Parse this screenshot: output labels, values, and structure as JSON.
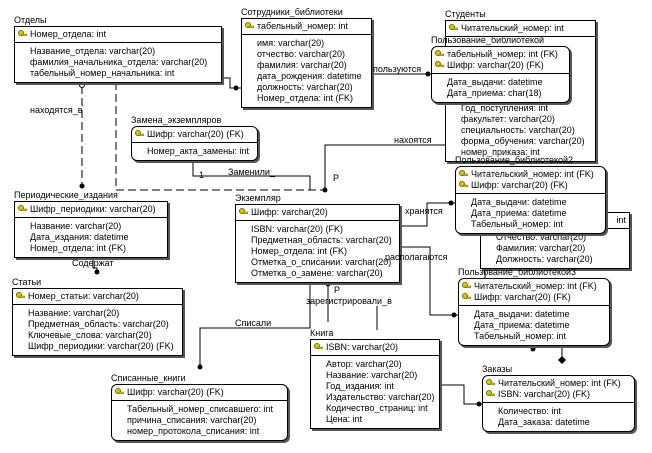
{
  "entities": {
    "otdely": {
      "title": "Отделы",
      "keys": [
        "Номер_отдела: int"
      ],
      "attrs": [
        "Название_отдела: varchar(20)",
        "фамилия_начальника_отдела: varchar(20)",
        "табельный_номер_начальника: int"
      ]
    },
    "sotrudniki": {
      "title": "Сотрудники_библиотеки",
      "keys": [
        "табельный_номер: int"
      ],
      "attrs": [
        "имя: varchar(20)",
        "отчество: varchar(20)",
        "фамилия: varchar(20)",
        "дата_рождения: datetime",
        "должность: varchar(20)",
        "Номер_отдела: int (FK)"
      ]
    },
    "studenty": {
      "title": "Студенты",
      "keys": [
        "Читательский_номер: int"
      ],
      "attrs": [
        "Год_поступления: int",
        "факультет: varchar(20)",
        "специальность: varchar(20)",
        "форма_обучения: varchar(20)",
        "номер_приказа: int"
      ]
    },
    "hidden": {
      "title": "",
      "keys": [
        "int"
      ],
      "attrs": [
        "Отчество: varchar(20)",
        "Фамилия: varchar(20)",
        "Должность: varchar(20)"
      ]
    },
    "polz1": {
      "title": "Пользование_библиотекой",
      "keys": [
        "табельный_номер: int (FK)",
        "Шифр: varchar(20) (FK)"
      ],
      "attrs": [
        "Дата_выдачи: datetime",
        "Дата_приема: char(18)"
      ]
    },
    "zamena": {
      "title": "Замена_экземпляров",
      "keys": [
        "Шифр: varchar(20) (FK)"
      ],
      "attrs": [
        "Номер_акта_замены: int"
      ]
    },
    "period": {
      "title": "Периодические_издания",
      "keys": [
        "Шифр_периодики: varchar(20)"
      ],
      "attrs": [
        "Название: varchar(20)",
        "Дата_издания: datetime",
        "Номер_отдела: int (FK)"
      ]
    },
    "ekz": {
      "title": "Экземпляр",
      "keys": [
        "Шифр: varchar(20)"
      ],
      "attrs": [
        "ISBN: varchar(20) (FK)",
        "Предметная_область: varchar(20)",
        "Номер_отдела: int (FK)",
        "Отметка_о_списании: varchar(20)",
        "Отметка_о_замене: varchar(20)"
      ]
    },
    "polz2": {
      "title": "Пользование_библиотекой2",
      "keys": [
        "Читательский_номер: int (FK)",
        "Шифр: varchar(20) (FK)"
      ],
      "attrs": [
        "Дата_выдачи: datetime",
        "Дата_приема: datetime",
        "Табельный_номер: int"
      ]
    },
    "polz3": {
      "title": "Пользование_библиотекой3",
      "keys": [
        "Читательский_номер: int (FK)",
        "Шифр: varchar(20) (FK)"
      ],
      "attrs": [
        "Дата_выдачи: datetime",
        "Дата_приема: datetime",
        "Табельный_номер: int"
      ]
    },
    "stati": {
      "title": "Статьи",
      "keys": [
        "Номер_статьи: varchar(20)"
      ],
      "attrs": [
        "Название: varchar(20)",
        "Предметная_область: varchar(20)",
        "Ключевые_слова: varchar(20)",
        "Шифр_периодики: varchar(20) (FK)"
      ]
    },
    "kniga": {
      "title": "Книга",
      "keys": [
        "ISBN: varchar(20)"
      ],
      "attrs": [
        "Автор: varchar(20)",
        "Название: varchar(20)",
        "Год_издания: int",
        "Издательство: varchar(20)",
        "Кодичество_страниц: int",
        "Цена: int"
      ]
    },
    "spisannye": {
      "title": "Списанные_книги",
      "keys": [
        "Шифр: varchar(20) (FK)"
      ],
      "attrs": [
        "Табельный_номер_списавшего: int",
        "причина_списания: varchar(20)",
        "номер_протокола_списания: int"
      ]
    },
    "zakazy": {
      "title": "Заказы",
      "keys": [
        "Читательский_номер: int (FK)",
        "ISBN: varchar(20) (FK)"
      ],
      "attrs": [
        "Количество: int",
        "Дата_заказа: datetime"
      ]
    }
  },
  "relationships": {
    "polzuyutsya": "пользуются",
    "nahodyatsya_v": "находятся_в",
    "nahoyatsya": "нахоятся",
    "zamenili": "Заменили_",
    "one": "1",
    "p1": "P",
    "hranyatsya": "хранятся",
    "raspolagayutsya": "располагаются",
    "soderzhat": "Содержат",
    "spisali": "Списали",
    "zaregistrirovali": "зарегистрировали_в",
    "p2": "P"
  },
  "colors": {
    "line": "#000000",
    "key_icon": "#d8c800",
    "shadow": "#555555"
  }
}
